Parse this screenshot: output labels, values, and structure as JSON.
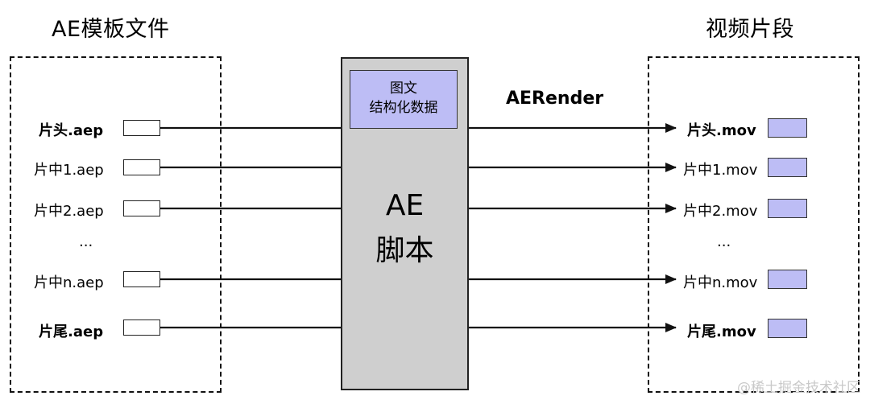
{
  "left_title": "AE模板文件",
  "right_title": "视频片段",
  "data_box": {
    "line1": "图文",
    "line2": "结构化数据"
  },
  "center": {
    "line1": "AE",
    "line2": "脚本"
  },
  "render_label": "AERender",
  "ellipsis": "...",
  "left_files": [
    "片头.aep",
    "片中1.aep",
    "片中2.aep",
    "片中n.aep",
    "片尾.aep"
  ],
  "right_files": [
    "片头.mov",
    "片中1.mov",
    "片中2.mov",
    "片中n.mov",
    "片尾.mov"
  ],
  "watermark": "@稀土掘金技术社区",
  "colors": {
    "center_fill": "#cfcfcf",
    "data_fill": "#bdbdf5",
    "mov_fill": "#bdbdf5",
    "line": "#111111"
  }
}
